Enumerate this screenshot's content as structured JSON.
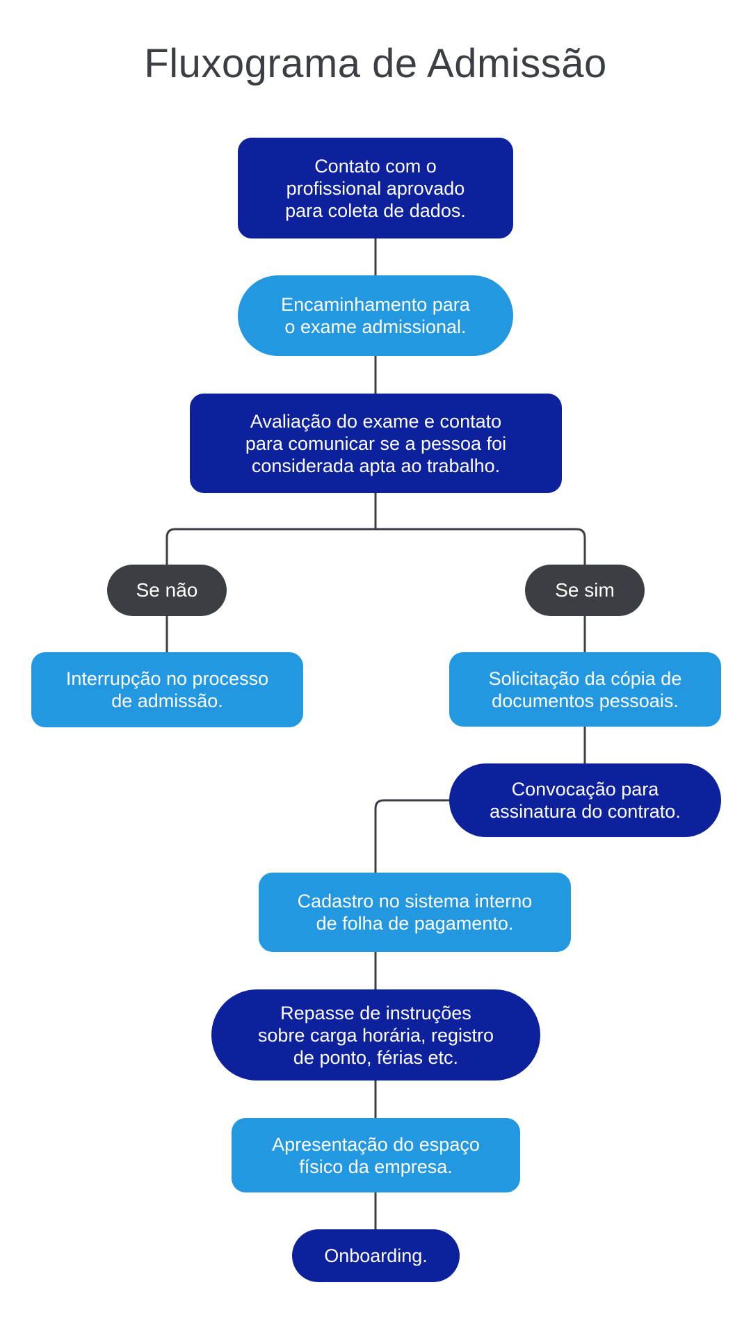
{
  "title": "Fluxograma de Admissão",
  "colors": {
    "dark_blue": "#0c219b",
    "light_blue": "#2398e0",
    "gray": "#3b3e42",
    "connector": "#3b3e42"
  },
  "nodes": {
    "contato": "Contato com o\nprofissional aprovado\npara coleta de dados.",
    "encaminhamento": "Encaminhamento para\no exame admissional.",
    "avaliacao": "Avaliação do exame e contato\npara comunicar se a pessoa foi\nconsiderada apta ao trabalho.",
    "se_nao": "Se não",
    "se_sim": "Se sim",
    "interrupcao": "Interrupção no processo\nde admissão.",
    "solicitacao": "Solicitação da cópia de\ndocumentos pessoais.",
    "convocacao": "Convocação para\nassinatura do contrato.",
    "cadastro": "Cadastro no sistema interno\nde folha de pagamento.",
    "repasse": "Repasse de instruções\nsobre carga horária, registro\nde ponto, férias etc.",
    "apresentacao": "Apresentação do espaço\nfísico da empresa.",
    "onboarding": "Onboarding."
  }
}
